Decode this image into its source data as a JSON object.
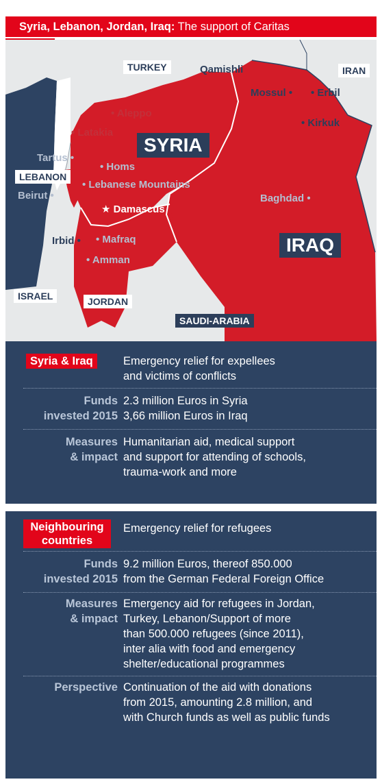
{
  "header": {
    "title_bold": "Syria, Lebanon, Jordan, Iraq:",
    "title_rest": " The support of Caritas"
  },
  "map": {
    "countries": {
      "turkey": "TURKEY",
      "iran": "IRAN",
      "syria": "SYRIA",
      "iraq": "IRAQ",
      "lebanon": "LEBANON",
      "jordan": "JORDAN",
      "israel": "ISRAEL",
      "saudi": "SAUDI-ARABIA"
    },
    "cities": {
      "qamishli": "Qamishli",
      "mossul": "Mossul •",
      "erbil": "• Erbil",
      "kirkuk": "• Kirkuk",
      "aleppo": "• Aleppo",
      "latakia": "• Latakia",
      "tartus": "Tartus •",
      "homs": "• Homs",
      "lebanese_mountains": "• Lebanese Mountains",
      "beirut": "Beirut •",
      "damascus": "★ Damascus",
      "baghdad": "Baghdad •",
      "irbid": "Irbid •",
      "mafraq": "• Mafraq",
      "amman": "• Amman"
    }
  },
  "section1": {
    "tag": "Syria & Iraq",
    "tag_desc": [
      "Emergency relief for expellees",
      "and victims of conflicts"
    ],
    "funds_key": [
      "Funds",
      "invested 2015"
    ],
    "funds_val": [
      "2.3 million Euros in Syria",
      "3,66 million Euros in Iraq"
    ],
    "measures_key": [
      "Measures",
      "& impact"
    ],
    "measures_val": [
      "Humanitarian aid, medical support",
      "and support for attending of schools,",
      "trauma-work and more"
    ]
  },
  "section2": {
    "tag": [
      "Neighbouring",
      "countries"
    ],
    "tag_desc": "Emergency relief for refugees",
    "funds_key": [
      "Funds",
      "invested 2015"
    ],
    "funds_val": [
      "9.2 million Euros, thereof 850.000",
      "from the German Federal Foreign Office"
    ],
    "measures_key": [
      "Measures",
      "& impact"
    ],
    "measures_val": [
      "Emergency aid for refugees in Jordan,",
      "Turkey, Lebanon/Support of more",
      "than 500.000 refugees (since 2011),",
      "inter alia with food and emergency",
      "shelter/educational programmes"
    ],
    "perspective_key": "Perspective",
    "perspective_val": [
      "Continuation of the aid with donations",
      "from 2015, amounting 2.8 million, and",
      "with Church funds as well as public funds"
    ]
  }
}
